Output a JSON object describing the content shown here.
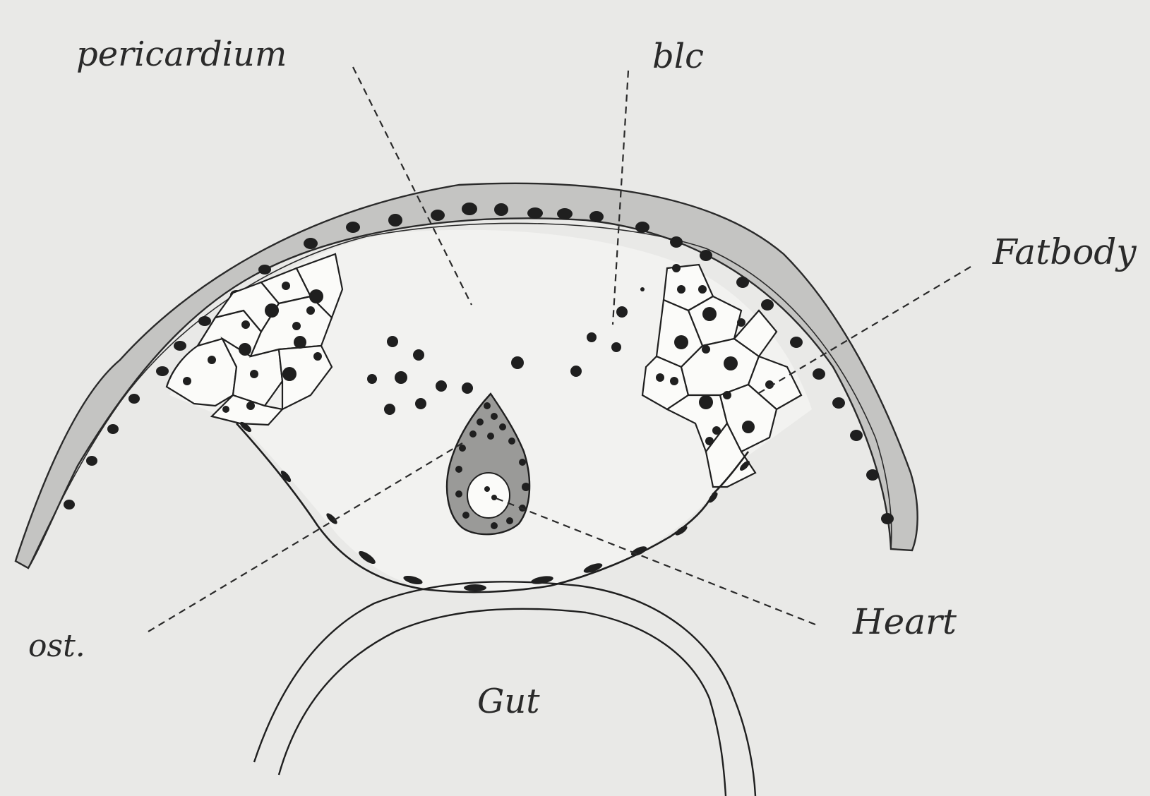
{
  "labels": {
    "pericardium": "pericardium",
    "blc": "blc",
    "fatbody": "Fatbody",
    "heart": "Heart",
    "ost": "ost.",
    "gut": "Gut"
  },
  "colors": {
    "paper": "#e9e9e7",
    "ink": "#2a2a2a",
    "wall_fill": "#c4c4c2",
    "heart_fill": "#9a9a98",
    "interior": "#f2f2f0"
  }
}
